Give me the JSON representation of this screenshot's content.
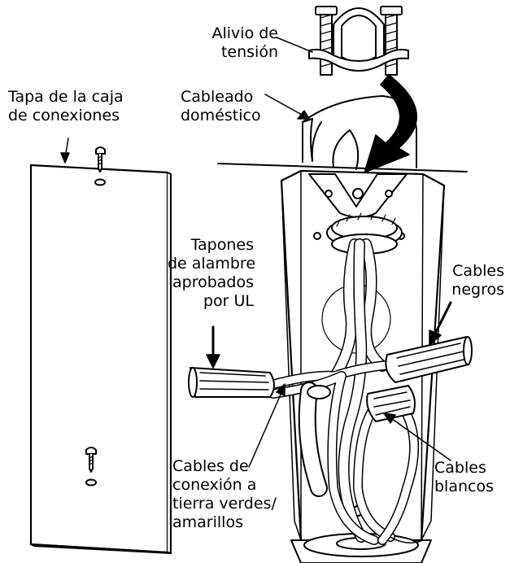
{
  "labels": {
    "strain_relief": [
      "Alivio de",
      "tensión"
    ],
    "box_cover": [
      "Tapa de la caja",
      "de conexiones"
    ],
    "house_wiring": [
      "Cableado",
      "doméstico"
    ],
    "wire_nuts": [
      "Tapones",
      "de alambre",
      "aprobados",
      "por UL"
    ],
    "black_wires": [
      "Cables",
      "negros"
    ],
    "ground_wires": [
      "Cables de",
      "conexión a",
      "tierra verdes/",
      "amarillos"
    ],
    "white_wires": [
      "Cables",
      "blancos"
    ]
  }
}
